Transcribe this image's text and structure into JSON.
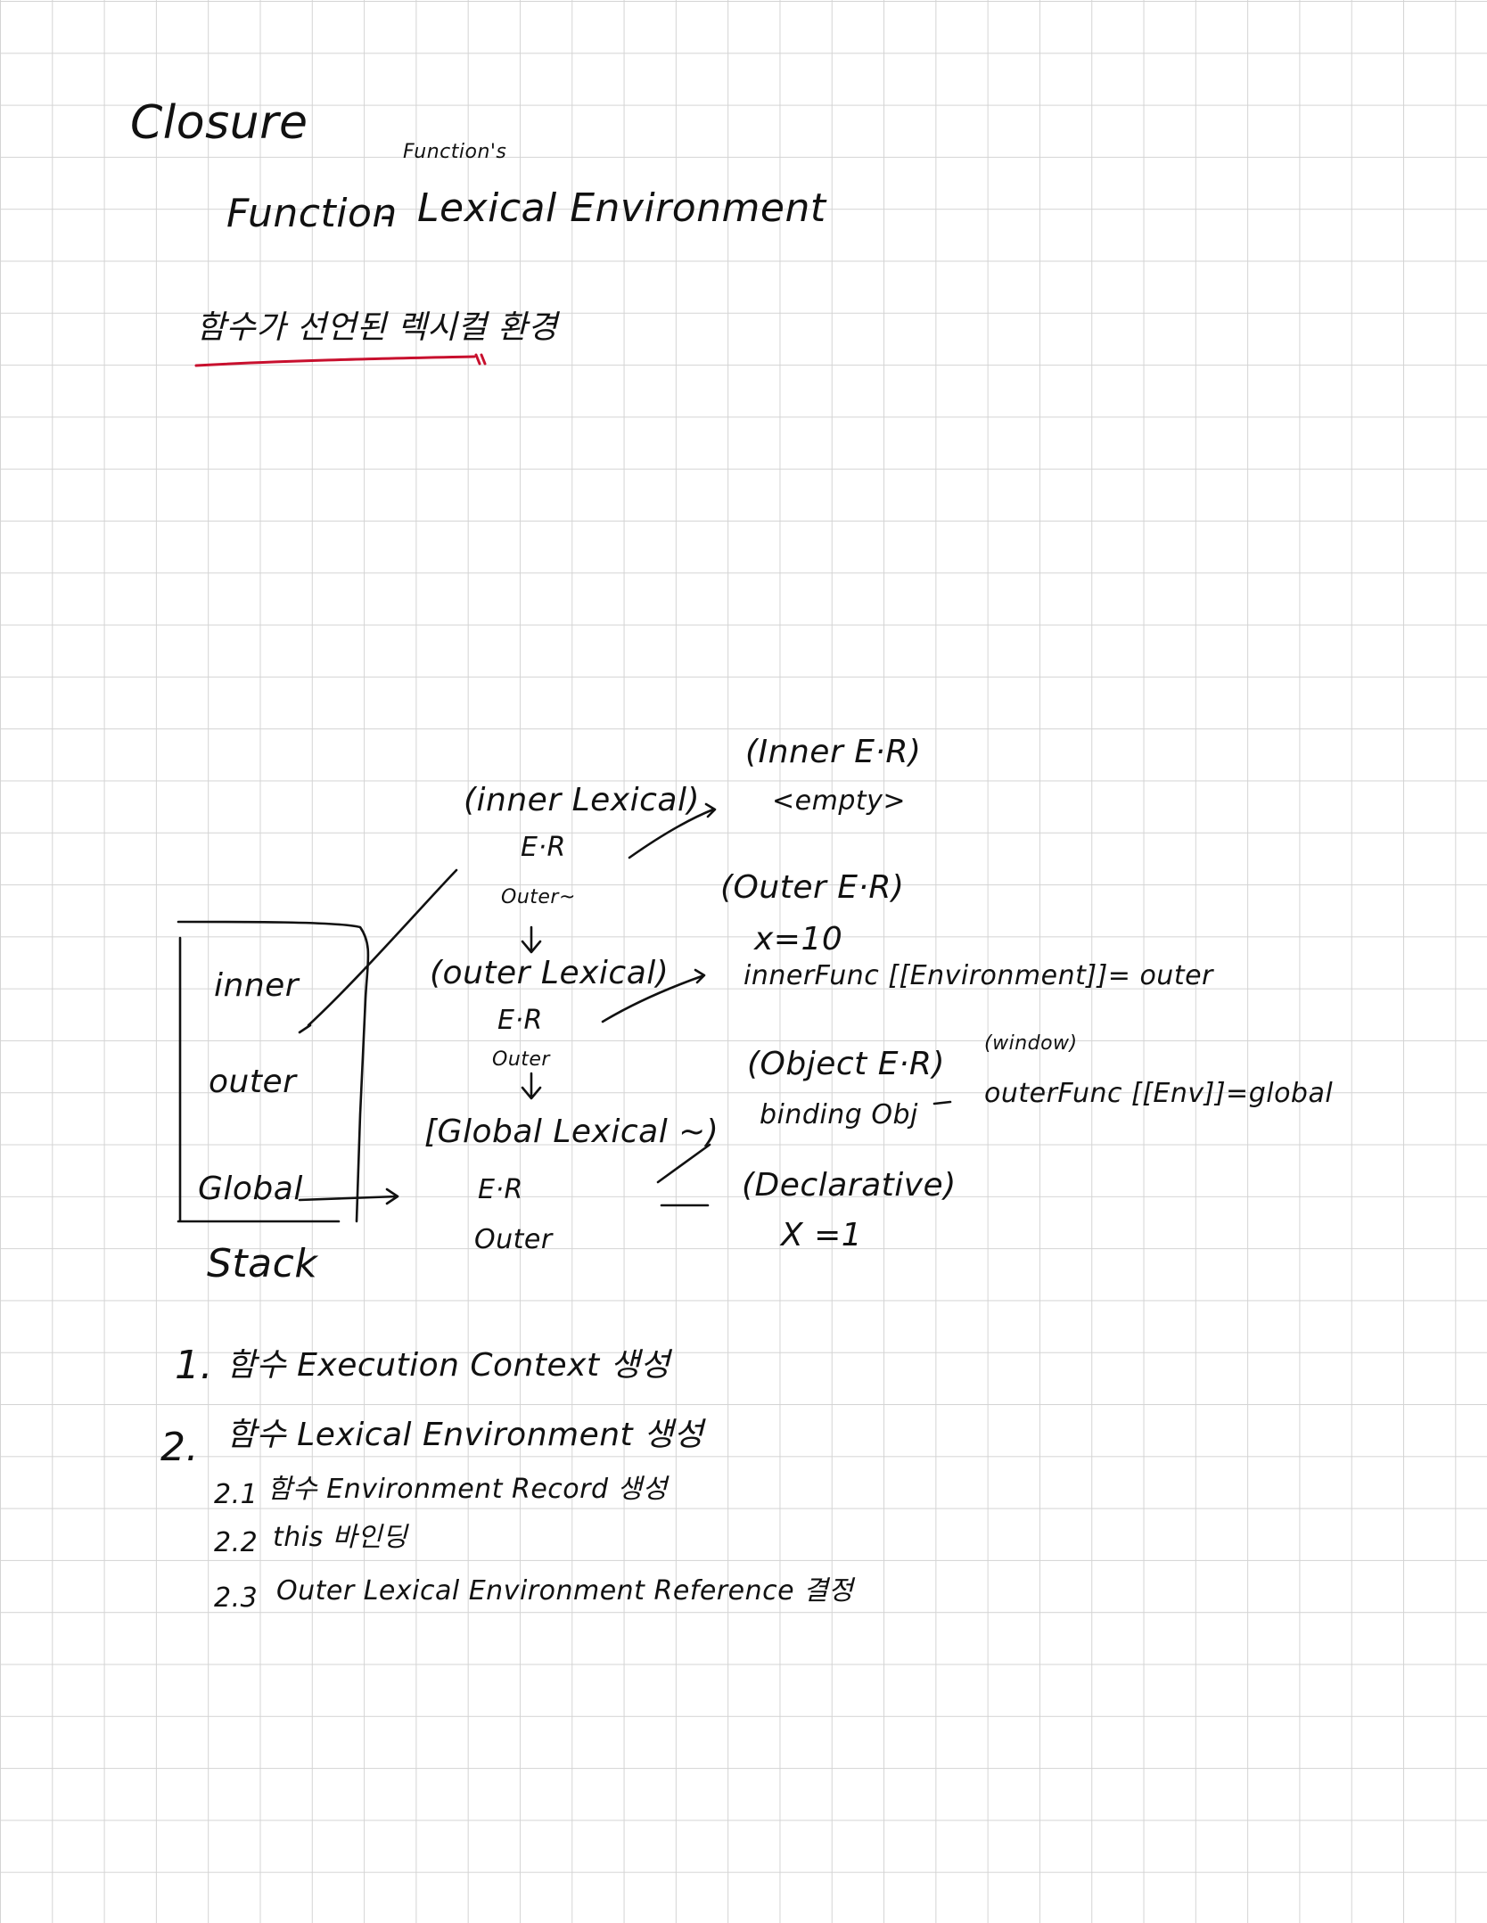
{
  "title": "Closure",
  "definition": {
    "annotation": "Function's",
    "left": "Function",
    "dash": "-",
    "right": "Lexical Environment"
  },
  "korean_note": "함수가 선언된 렉시컬 환경",
  "stack": {
    "items": [
      "inner",
      "outer",
      "Global"
    ],
    "label": "Stack"
  },
  "lexical_chain": [
    {
      "title": "(inner Lexical)",
      "er": "E·R",
      "outer": "Outer~"
    },
    {
      "title": "(outer Lexical)",
      "er": "E·R",
      "outer": "Outer"
    },
    {
      "title": "[Global Lexical ~)",
      "er": "E·R",
      "outer": "Outer"
    }
  ],
  "records": {
    "inner_title": "(Inner E·R)",
    "inner_body": "<empty>",
    "outer_title": "(Outer E·R)",
    "outer_var": "x=10",
    "outer_func": "innerFunc [[Environment]]= outer",
    "object_title": "(Object E·R)",
    "object_body": "binding Obj",
    "window": "(window)",
    "dash": "—",
    "object_func": "outerFunc [[Env]]=global",
    "declarative_title": "(Declarative)",
    "declarative_var": "X =1"
  },
  "steps": [
    {
      "num": "1.",
      "text": "함수 Execution Context 생성"
    },
    {
      "num": "2.",
      "text": "함수 Lexical Environment 생성"
    },
    {
      "num": "2.1",
      "text": "함수 Environment Record 생성"
    },
    {
      "num": "2.2",
      "text": "this 바인딩"
    },
    {
      "num": "2.3",
      "text": "Outer Lexical Environment Reference 결정"
    }
  ]
}
